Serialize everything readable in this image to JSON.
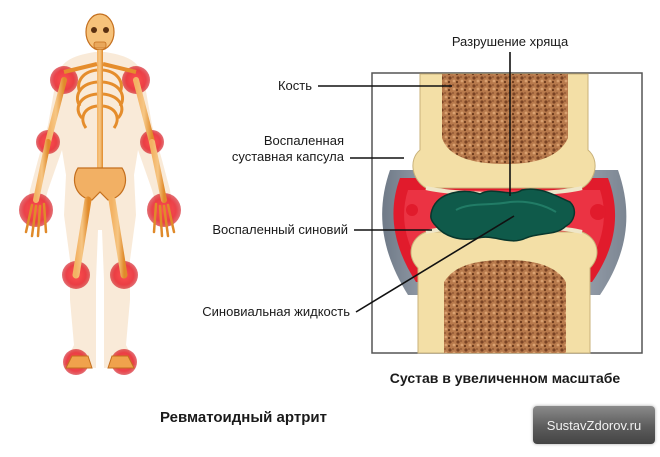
{
  "labels": {
    "cartilage_destruction": "Разрушение хряща",
    "bone": "Кость",
    "inflamed_capsule_line1": "Воспаленная",
    "inflamed_capsule_line2": "суставная капсула",
    "inflamed_synovium": "Воспаленный синовий",
    "synovial_fluid": "Синовиальная жидкость"
  },
  "captions": {
    "joint_zoom": "Сустав в увеличенном масштабе",
    "disease_title": "Ревматоидный артрит"
  },
  "watermark": {
    "site": "SustavZdorov.ru"
  },
  "colors": {
    "bone_cream": "#f3dfa6",
    "bone_marrow": "#a86a40",
    "inflammation_red": "#e11b2c",
    "synovial_fluid": "#0f5a4a",
    "capsule_gray": "#6e7a8a",
    "skeleton_orange": "#e8922b"
  }
}
